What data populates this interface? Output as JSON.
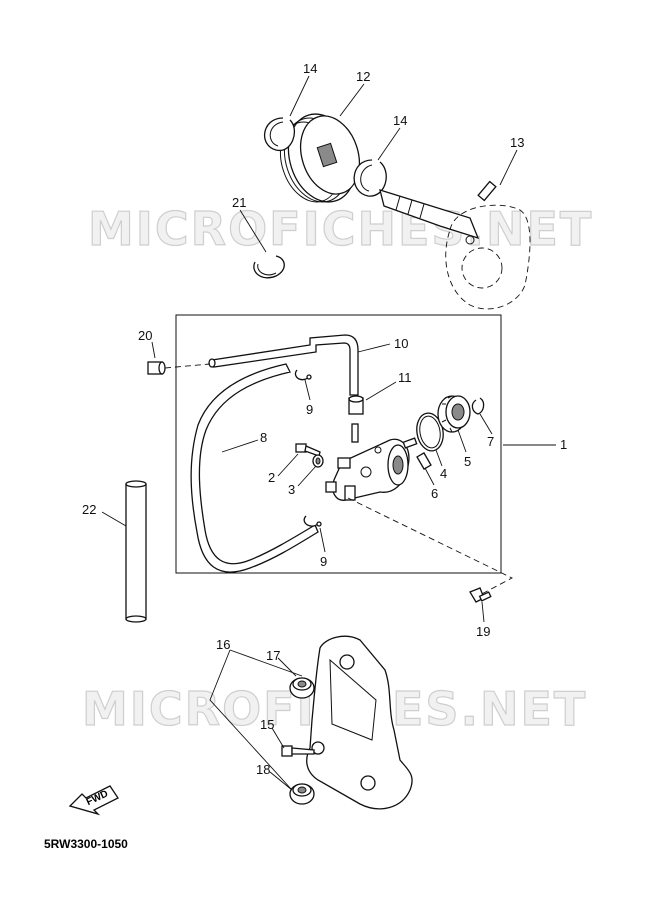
{
  "watermarks": [
    "MICROFICHES.NET",
    "MICROFICHES.NET"
  ],
  "diagram_code": "5RW3300-1050",
  "fwd_label": "FWD",
  "callouts": {
    "c1": "1",
    "c2": "2",
    "c3": "3",
    "c4": "4",
    "c5": "5",
    "c6": "6",
    "c7": "7",
    "c8": "8",
    "c9a": "9",
    "c9b": "9",
    "c10": "10",
    "c11": "11",
    "c12": "12",
    "c13": "13",
    "c14a": "14",
    "c14b": "14",
    "c15": "15",
    "c16": "16",
    "c17": "17",
    "c18": "18",
    "c19": "19",
    "c20": "20",
    "c21": "21",
    "c22": "22"
  }
}
